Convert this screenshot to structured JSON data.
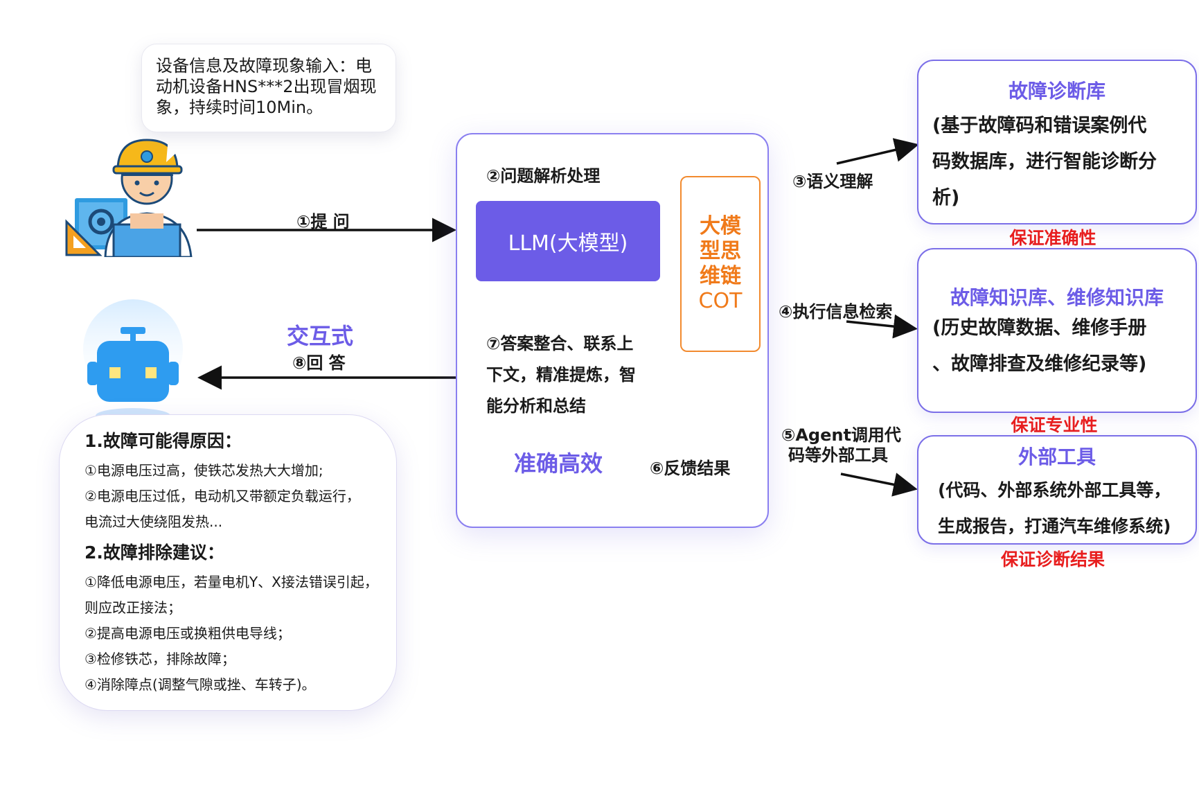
{
  "user_bubble": {
    "line1": "设备信息及故障现象输入：电",
    "line2": "动机设备HNS***2出现冒烟现",
    "line3": "象，持续时间10Min。"
  },
  "arrows": {
    "ask": "①提 问",
    "interactive": "交互式",
    "answer": "⑧回 答",
    "semantic": "③语义理解",
    "retrieval": "④执行信息检索",
    "agent_line1": "⑤Agent调用代",
    "agent_line2": "码等外部工具",
    "feedback": "⑥反馈结果"
  },
  "center": {
    "parse": "②问题解析处理",
    "llm": "LLM(大模型)",
    "cot_line1": "大模",
    "cot_line2": "型思",
    "cot_line3": "维链",
    "cot_line4": "COT",
    "integrate_line1": "⑦答案整合、联系上",
    "integrate_line2": "下文，精准提炼，智",
    "integrate_line3": "能分析和总结",
    "efficient": "准确高效"
  },
  "right": {
    "diag": {
      "title": "故障诊断库",
      "line1": "(基于故障码和错误案例代",
      "line2": "码数据库，进行智能诊断分",
      "line3": "析)",
      "note": "保证准确性"
    },
    "kb": {
      "title": "故障知识库、维修知识库",
      "line1": "(历史故障数据、维修手册",
      "line2": "、故障排查及维修纪录等)",
      "note": "保证专业性"
    },
    "tools": {
      "title": "外部工具",
      "line1": "(代码、外部系统外部工具等，",
      "line2": "生成报告，打通汽车维修系统)",
      "note": "保证诊断结果"
    }
  },
  "answer": {
    "h1": "1.故障可能得原因：",
    "c1": "①电源电压过高，使铁芯发热大大增加;",
    "c2": "②电源电压过低，电动机又带额定负载运行，",
    "c3": "电流过大使绕阻发热...",
    "h2": "2.故障排除建议：",
    "s1": "①降低电源电压，若量电机Y、X接法错误引起，",
    "s2": "则应改正接法；",
    "s3": "②提高电源电压或换粗供电导线；",
    "s4": "③检修铁芯，排除故障；",
    "s5": "④消除障点(调整气隙或挫、车转子)。"
  },
  "colors": {
    "accent": "#6c5ce7",
    "cot": "#f07a1a",
    "note": "#e81e1e",
    "robot": "#2e9cf0"
  }
}
